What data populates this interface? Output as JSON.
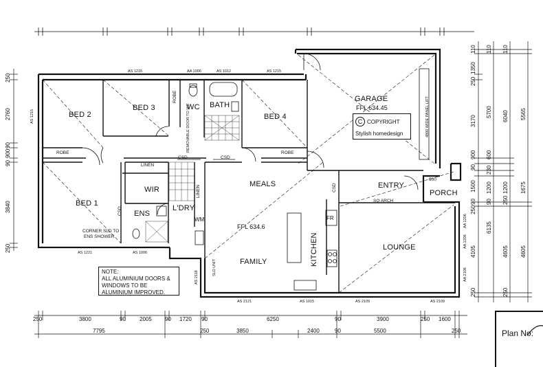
{
  "rooms": {
    "bed2": "BED 2",
    "bed3": "BED 3",
    "bed4": "BED 4",
    "bed1": "BED 1",
    "wc": "WC",
    "bath": "BATH",
    "garage": "GARAGE",
    "garage_ffl": "FFL 634.45",
    "meals": "MEALS",
    "entry": "ENTRY",
    "porch": "PORCH",
    "wir": "WIR",
    "ldry": "L'DRY",
    "ens": "ENS",
    "wm": "WM",
    "fr": "FR",
    "kitchen": "KITCHEN",
    "family": "FAMILY",
    "lounge": "LOUNGE",
    "main_ffl": "FFL 634.6"
  },
  "small_labels": {
    "robe_bed2": "ROBE",
    "robe_bed4": "ROBE",
    "robe_bed3": "ROBE",
    "linen_1": "LINEN",
    "linen_2": "LINEN",
    "csd_1": "CSD",
    "csd_2": "CSD",
    "csd_3": "CSD",
    "csd_4": "CSD",
    "removable_door": "REMOVABLE DOOR TO WC",
    "corner_sld_1": "CORNER SLD TO",
    "corner_sld_2": "ENS SHOWER",
    "sld_unit": "SLD UNIT",
    "as_2118": "AS 2118",
    "so_arch": "SQ ARCH",
    "panel_lift": "4800 WIDE PANEL LIFT",
    "ga_600": "600"
  },
  "windows": {
    "top_1": "AS 1215",
    "top_2": "AA 1006",
    "top_3": "AS 1012",
    "top_4": "AS 1215",
    "left_1": "AS 1215",
    "bottom_1": "AS 1221",
    "bottom_2": "AS 1006",
    "bottom_3": "AS 2121",
    "bottom_4": "AS 1015",
    "bottom_5": "AS 2109",
    "bottom_6": "AS 2109",
    "right_1": "AA 1206",
    "right_2": "AA 1206",
    "right_3": "AA 2106"
  },
  "copyright": {
    "symbol": "C",
    "line1": "COPYRIGHT",
    "line2": "Stylish homedesign"
  },
  "note": {
    "line1": "NOTE:",
    "line2": "ALL ALUMINIUM DOORS &",
    "line3": "WINDOWS TO BE",
    "line4": "ALUMINIUM IMPROVED."
  },
  "plan_no": "Plan No:",
  "dims": {
    "bottom_row1": [
      "250",
      "3800",
      "90",
      "2005",
      "90",
      "1720",
      "90",
      "6250",
      "90",
      "3900",
      "250",
      "1600"
    ],
    "bottom_row2": [
      "7795",
      "250",
      "3850",
      "2400",
      "90",
      "5500",
      "250"
    ],
    "left": [
      "250",
      "2760",
      "90",
      "900",
      "90",
      "3840",
      "250"
    ],
    "right_col1": [
      "110",
      "1350",
      "250",
      "3170",
      "900",
      "90",
      "1500",
      "90",
      "250",
      "4105",
      "250"
    ],
    "right_col2": [
      "110",
      "5700",
      "600",
      "230",
      "1200",
      "90",
      "6135"
    ],
    "right_col3": [
      "110",
      "6040",
      "1200",
      "250",
      "4605",
      "250"
    ],
    "right_col4": [
      "5565",
      "1675",
      "4605"
    ]
  }
}
